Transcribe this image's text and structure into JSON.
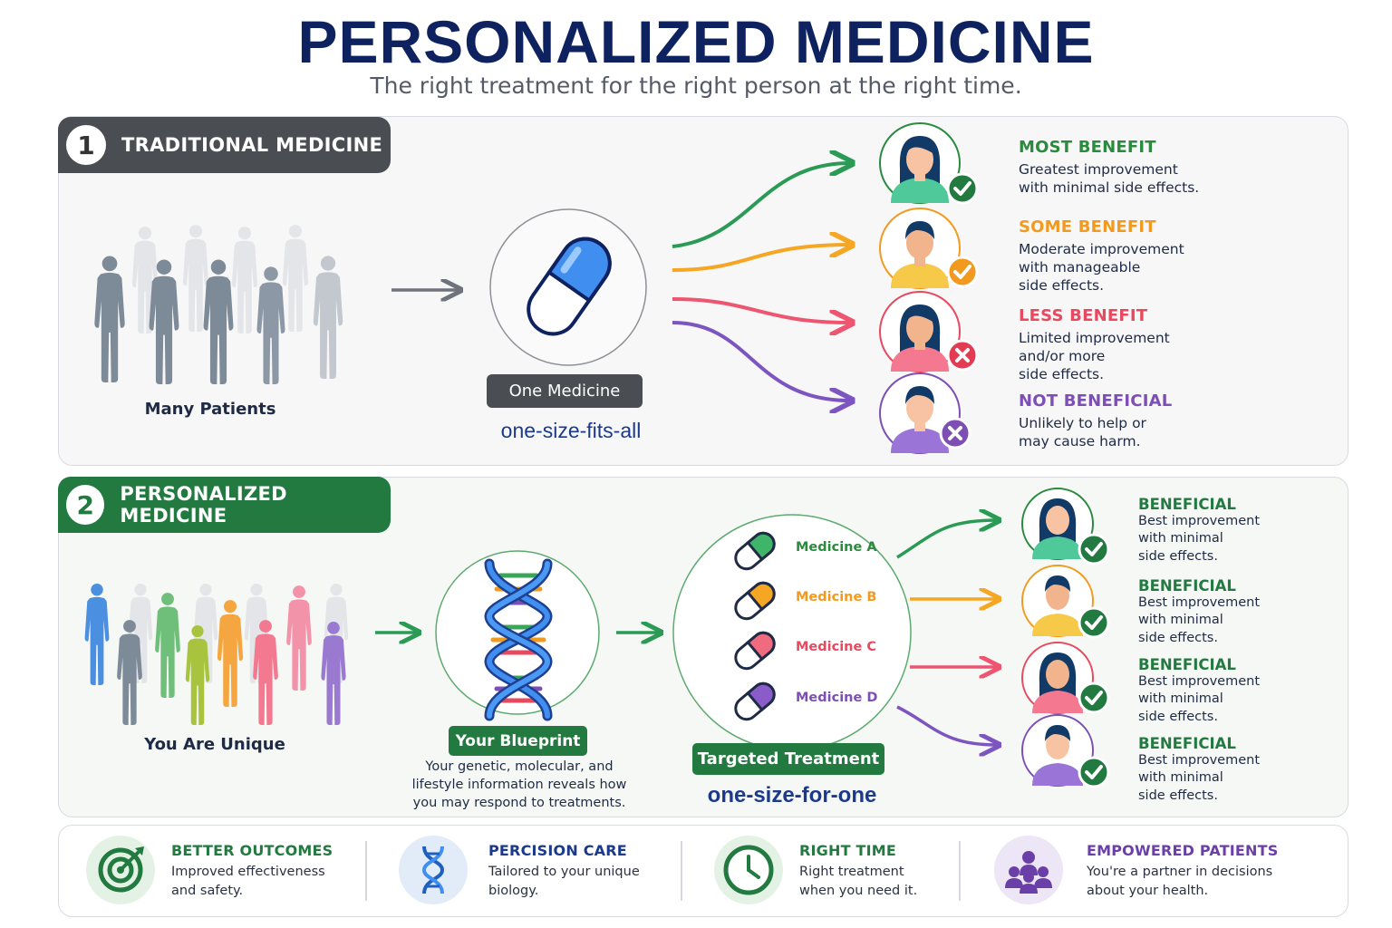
{
  "title": "PERSONALIZED MEDICINE",
  "subtitle": "The right treatment for the right person at the right time.",
  "section1": {
    "number": "1",
    "heading": "TRADITIONAL MEDICINE",
    "patients_label": "Many Patients",
    "medicine_label": "One Medicine",
    "tagline": "one-size-fits-all",
    "outcomes": [
      {
        "title": "MOST BENEFIT",
        "lines": [
          "Greatest improvement",
          "with minimal side effects."
        ],
        "color": "#2a8a3e",
        "status": "check"
      },
      {
        "title": "SOME BENEFIT",
        "lines": [
          "Moderate improvement",
          "with manageable",
          "side effects."
        ],
        "color": "#f29a1f",
        "status": "check"
      },
      {
        "title": "LESS BENEFIT",
        "lines": [
          "Limited improvement",
          "and/or more",
          "side effects."
        ],
        "color": "#e8495e",
        "status": "x"
      },
      {
        "title": "NOT BENEFICIAL",
        "lines": [
          "Unlikely to help or",
          "may cause harm."
        ],
        "color": "#7d4fb5",
        "status": "x"
      }
    ]
  },
  "section2": {
    "number": "2",
    "heading": "PERSONALIZED MEDICINE",
    "patients_label": "You Are Unique",
    "blueprint_label": "Your Blueprint",
    "blueprint_desc": [
      "Your genetic, molecular, and",
      "lifestyle information reveals how",
      "you may respond to treatments."
    ],
    "medicines": [
      {
        "label": "Medicine A",
        "color": "#2a8a3e",
        "fill": "#3fb56a"
      },
      {
        "label": "Medicine B",
        "color": "#f29a1f",
        "fill": "#f5a623"
      },
      {
        "label": "Medicine C",
        "color": "#e8495e",
        "fill": "#f06a80"
      },
      {
        "label": "Medicine D",
        "color": "#7d4fb5",
        "fill": "#8a5cc9"
      }
    ],
    "treatment_label": "Targeted Treatment",
    "tagline": "one-size-for-one",
    "results": [
      {
        "title": "BENEFICIAL",
        "lines": [
          "Best improvement",
          "with minimal",
          "side effects."
        ]
      },
      {
        "title": "BENEFICIAL",
        "lines": [
          "Best improvement",
          "with minimal",
          "side effects."
        ]
      },
      {
        "title": "BENEFICIAL",
        "lines": [
          "Best improvement",
          "with minimal",
          "side effects."
        ]
      },
      {
        "title": "BENEFICIAL",
        "lines": [
          "Best improvement",
          "with minimal",
          "side effects."
        ]
      }
    ]
  },
  "features": [
    {
      "title": "BETTER OUTCOMES",
      "lines": [
        "Improved effectiveness",
        "and safety."
      ],
      "color": "#237a40",
      "icon": "target-icon"
    },
    {
      "title": "PERCISION CARE",
      "lines": [
        "Tailored to your unique",
        "biology."
      ],
      "color": "#1b3a8c",
      "icon": "dna-icon"
    },
    {
      "title": "RIGHT TIME",
      "lines": [
        "Right treatment",
        "when you need it."
      ],
      "color": "#237a40",
      "icon": "clock-icon"
    },
    {
      "title": "EMPOWERED PATIENTS",
      "lines": [
        "You're a partner in decisions",
        "about your health."
      ],
      "color": "#6b3fa8",
      "icon": "group-icon"
    }
  ]
}
